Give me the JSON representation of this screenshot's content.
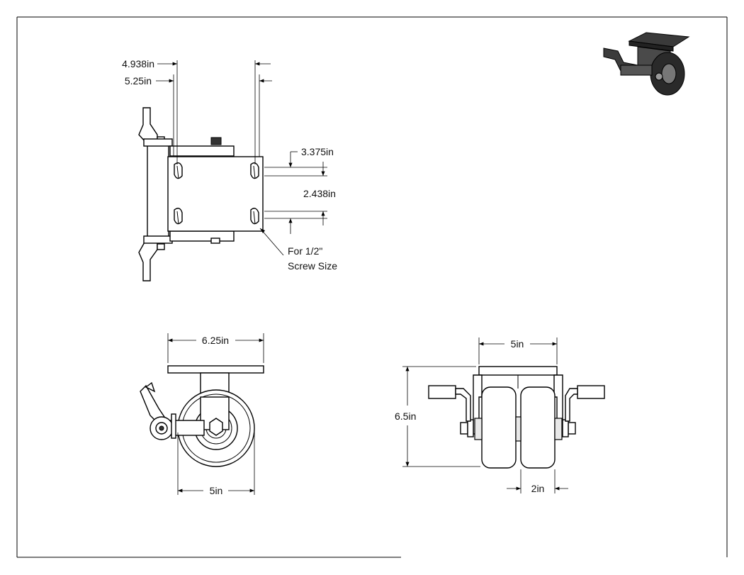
{
  "top_view": {
    "dim_hole_outer": "4.938in",
    "dim_plate_width": "5.25in",
    "dim_hole_offset": "3.375in",
    "dim_hole_spacing": "2.438in",
    "note_line1": "For 1/2\"",
    "note_line2": "Screw Size"
  },
  "side_view": {
    "dim_plate_length": "6.25in",
    "dim_wheel_diameter": "5in"
  },
  "front_view": {
    "dim_overall_width": "5in",
    "dim_overall_height": "6.5in",
    "dim_wheel_width": "2in"
  },
  "colors": {
    "line": "#000000",
    "shade": "#e8e8e8",
    "dark": "#333333"
  }
}
